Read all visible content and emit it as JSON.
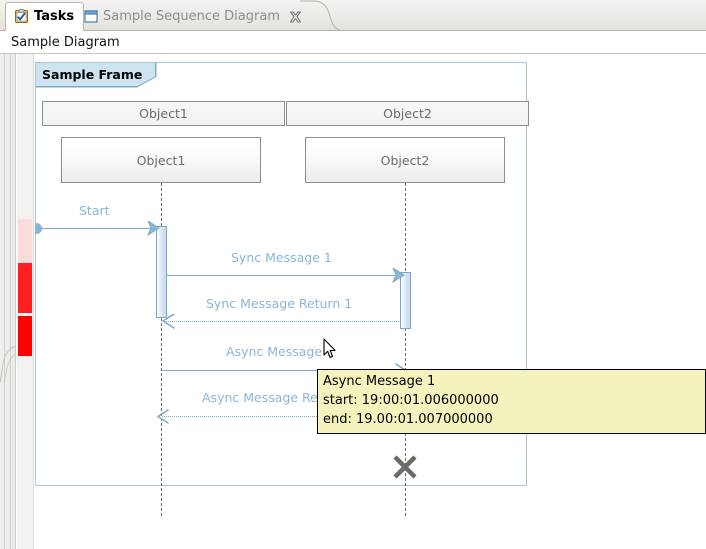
{
  "tabs": [
    {
      "label": "Tasks",
      "icon": "tasks-clipboard-icon",
      "active": true,
      "closable": false
    },
    {
      "label": "Sample Sequence Diagram",
      "icon": "document-icon",
      "active": false,
      "closable": true
    }
  ],
  "editor": {
    "title": "Sample Diagram"
  },
  "diagram": {
    "frame_label": "Sample Frame",
    "lane_headers": [
      "Object1",
      "Object2"
    ],
    "objects": [
      "Object1",
      "Object2"
    ],
    "messages": [
      {
        "label": "Start",
        "kind": "found",
        "direction": "ltr"
      },
      {
        "label": "Sync Message 1",
        "kind": "sync",
        "direction": "ltr"
      },
      {
        "label": "Sync Message Return 1",
        "kind": "sync-return",
        "direction": "rtl"
      },
      {
        "label": "Async Message 1",
        "kind": "async",
        "direction": "ltr"
      },
      {
        "label": "Async Message Return 1",
        "kind": "async-return",
        "direction": "rtl"
      }
    ],
    "destroy_marker": "destroy-x-icon"
  },
  "tooltip": {
    "title": "Async Message 1",
    "start": "start: 19:00:01.006000000",
    "end": "end: 19.00:01.007000000"
  },
  "colors": {
    "frame_border": "#a8c5dc",
    "frame_tab_fill": "#cde3f0",
    "message_line": "#7fa8c5",
    "message_label": "#8bb5d6",
    "tooltip_bg": "#f4f3bd",
    "annotation_red": "#fe0000",
    "annotation_red_faint": "#fbdcdc"
  }
}
